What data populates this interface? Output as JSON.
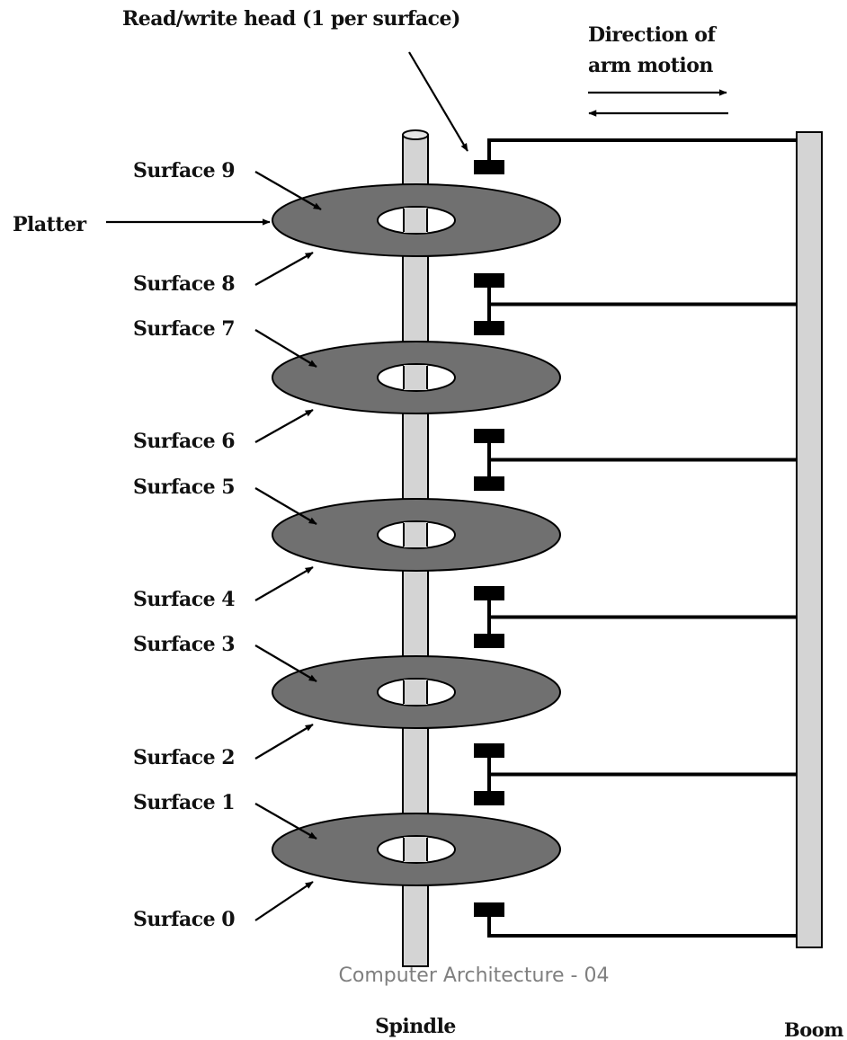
{
  "labels": {
    "head": "Read/write head (1 per surface)",
    "direction_line1": "Direction of",
    "direction_line2": "arm motion",
    "platter": "Platter",
    "spindle": "Spindle",
    "boom": "Boom"
  },
  "surfaces": [
    "Surface 9",
    "Surface 8",
    "Surface 7",
    "Surface 6",
    "Surface 5",
    "Surface 4",
    "Surface 3",
    "Surface 2",
    "Surface 1",
    "Surface 0"
  ],
  "footer": "Computer Architecture - 04",
  "colors": {
    "platter": "#707070",
    "spindle": "#d4d4d4",
    "boom": "#d4d4d4",
    "ink": "#000000",
    "footer": "#7f7f7f"
  }
}
